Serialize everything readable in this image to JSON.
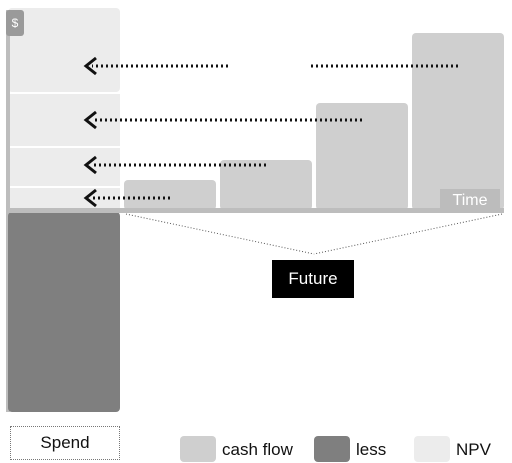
{
  "diagram": {
    "y_axis_symbol": "$",
    "time_label": "Time",
    "future_label": "Future",
    "spend_label": "Spend"
  },
  "legend": [
    {
      "label": "cash flow",
      "color": "#cfcfcf"
    },
    {
      "label": "less",
      "color": "#7f7f7f"
    },
    {
      "label": "NPV",
      "color": "#ececec"
    }
  ],
  "colors": {
    "cash_flow": "#cfcfcf",
    "spend": "#7f7f7f",
    "npv": "#ececec",
    "axis": "#bdbdbd",
    "future_box": "#000000",
    "time_box": "#bcbcbc"
  }
}
